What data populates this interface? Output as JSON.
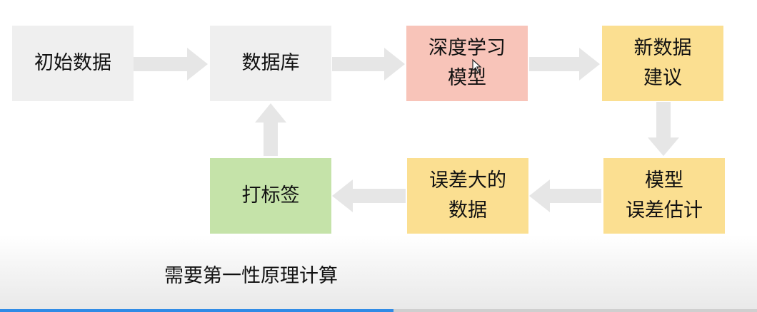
{
  "nodes": {
    "initial_data": "初始数据",
    "database": "数据库",
    "deep_learning_model": "深度学习\n模型",
    "new_data_suggestion": "新数据\n建议",
    "model_error_estimation": "模型\n误差估计",
    "high_error_data": "误差大的\n数据",
    "labeling": "打标签"
  },
  "caption": "需要第一性原理计算",
  "colors": {
    "gray_box": "#efefef",
    "red_box": "#f8c4b9",
    "yellow_box": "#fbdf91",
    "green_box": "#c5e3a9",
    "arrow": "#e6e6e6",
    "progress": "#2f8be6"
  },
  "video_progress": 0.52
}
